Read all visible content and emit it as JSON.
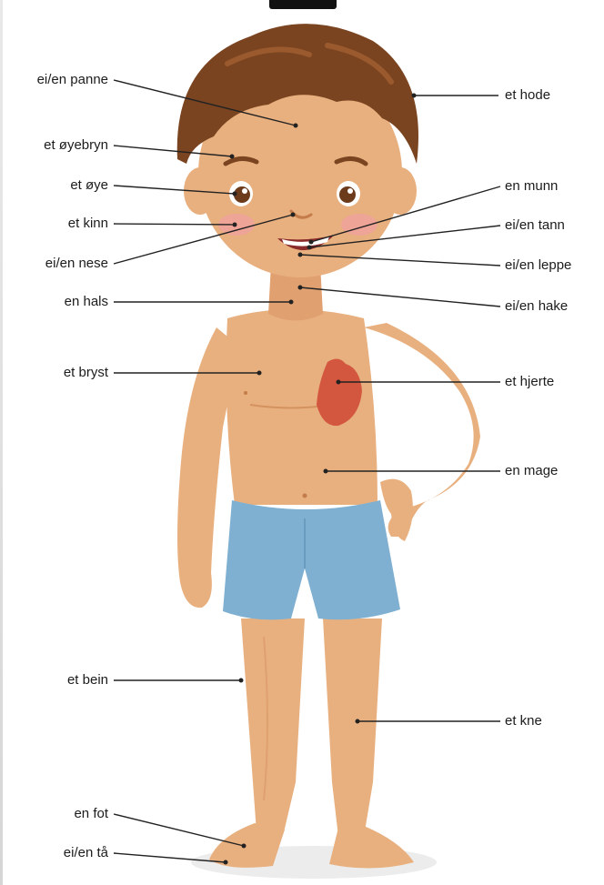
{
  "labels_left": [
    {
      "id": "panne",
      "text": "ei/en panne"
    },
    {
      "id": "oyebryn",
      "text": "et øyebryn"
    },
    {
      "id": "oye",
      "text": "et øye"
    },
    {
      "id": "kinn",
      "text": "et kinn"
    },
    {
      "id": "nese",
      "text": "ei/en nese"
    },
    {
      "id": "hals",
      "text": "en hals"
    },
    {
      "id": "bryst",
      "text": "et bryst"
    },
    {
      "id": "bein",
      "text": "et bein"
    },
    {
      "id": "fot",
      "text": "en fot"
    },
    {
      "id": "ta",
      "text": "ei/en tå"
    }
  ],
  "labels_right": [
    {
      "id": "hode",
      "text": "et hode"
    },
    {
      "id": "munn",
      "text": "en munn"
    },
    {
      "id": "tann",
      "text": "ei/en tann"
    },
    {
      "id": "leppe",
      "text": "ei/en leppe"
    },
    {
      "id": "hake",
      "text": "ei/en hake"
    },
    {
      "id": "hjerte",
      "text": "et hjerte"
    },
    {
      "id": "mage",
      "text": "en mage"
    },
    {
      "id": "kne",
      "text": "et kne"
    }
  ],
  "colors": {
    "skin": "#e9b07f",
    "skin_shadow": "#d4925f",
    "hair": "#7a4420",
    "hair_light": "#9a5a2e",
    "shorts": "#7fb0d1",
    "shorts_dark": "#6a9cbf",
    "heart": "#d3573f",
    "cheek": "#f0a0a0",
    "line": "#222222",
    "eye": "#6b3b1c"
  }
}
